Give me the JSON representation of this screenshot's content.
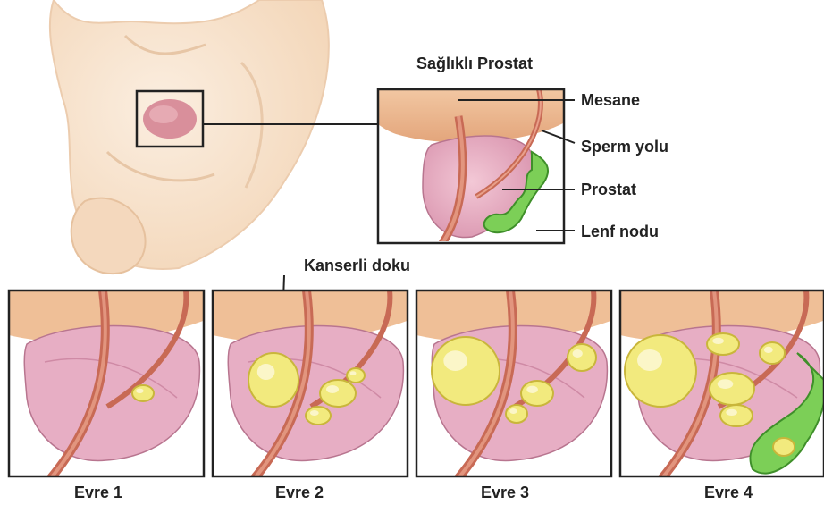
{
  "title": "Sağlıklı Prostat",
  "labels": {
    "bladder": "Mesane",
    "sperm_duct": "Sperm yolu",
    "prostate": "Prostat",
    "lymph_node": "Lenf nodu",
    "cancer_tissue": "Kanserli doku"
  },
  "stages": [
    "Evre 1",
    "Evre 2",
    "Evre 3",
    "Evre 4"
  ],
  "colors": {
    "skin": "#f6dfc6",
    "skin_line": "#e3bf9b",
    "bladder": "#edb98f",
    "prostate": "#e8aec4",
    "prostate_edge": "#b8758f",
    "urethra": "#d47e6a",
    "tumor": "#f2ea7e",
    "tumor_edge": "#c9b63b",
    "lymph": "#7ccf57",
    "lymph_edge": "#3f8f2a",
    "frame": "#222222"
  }
}
